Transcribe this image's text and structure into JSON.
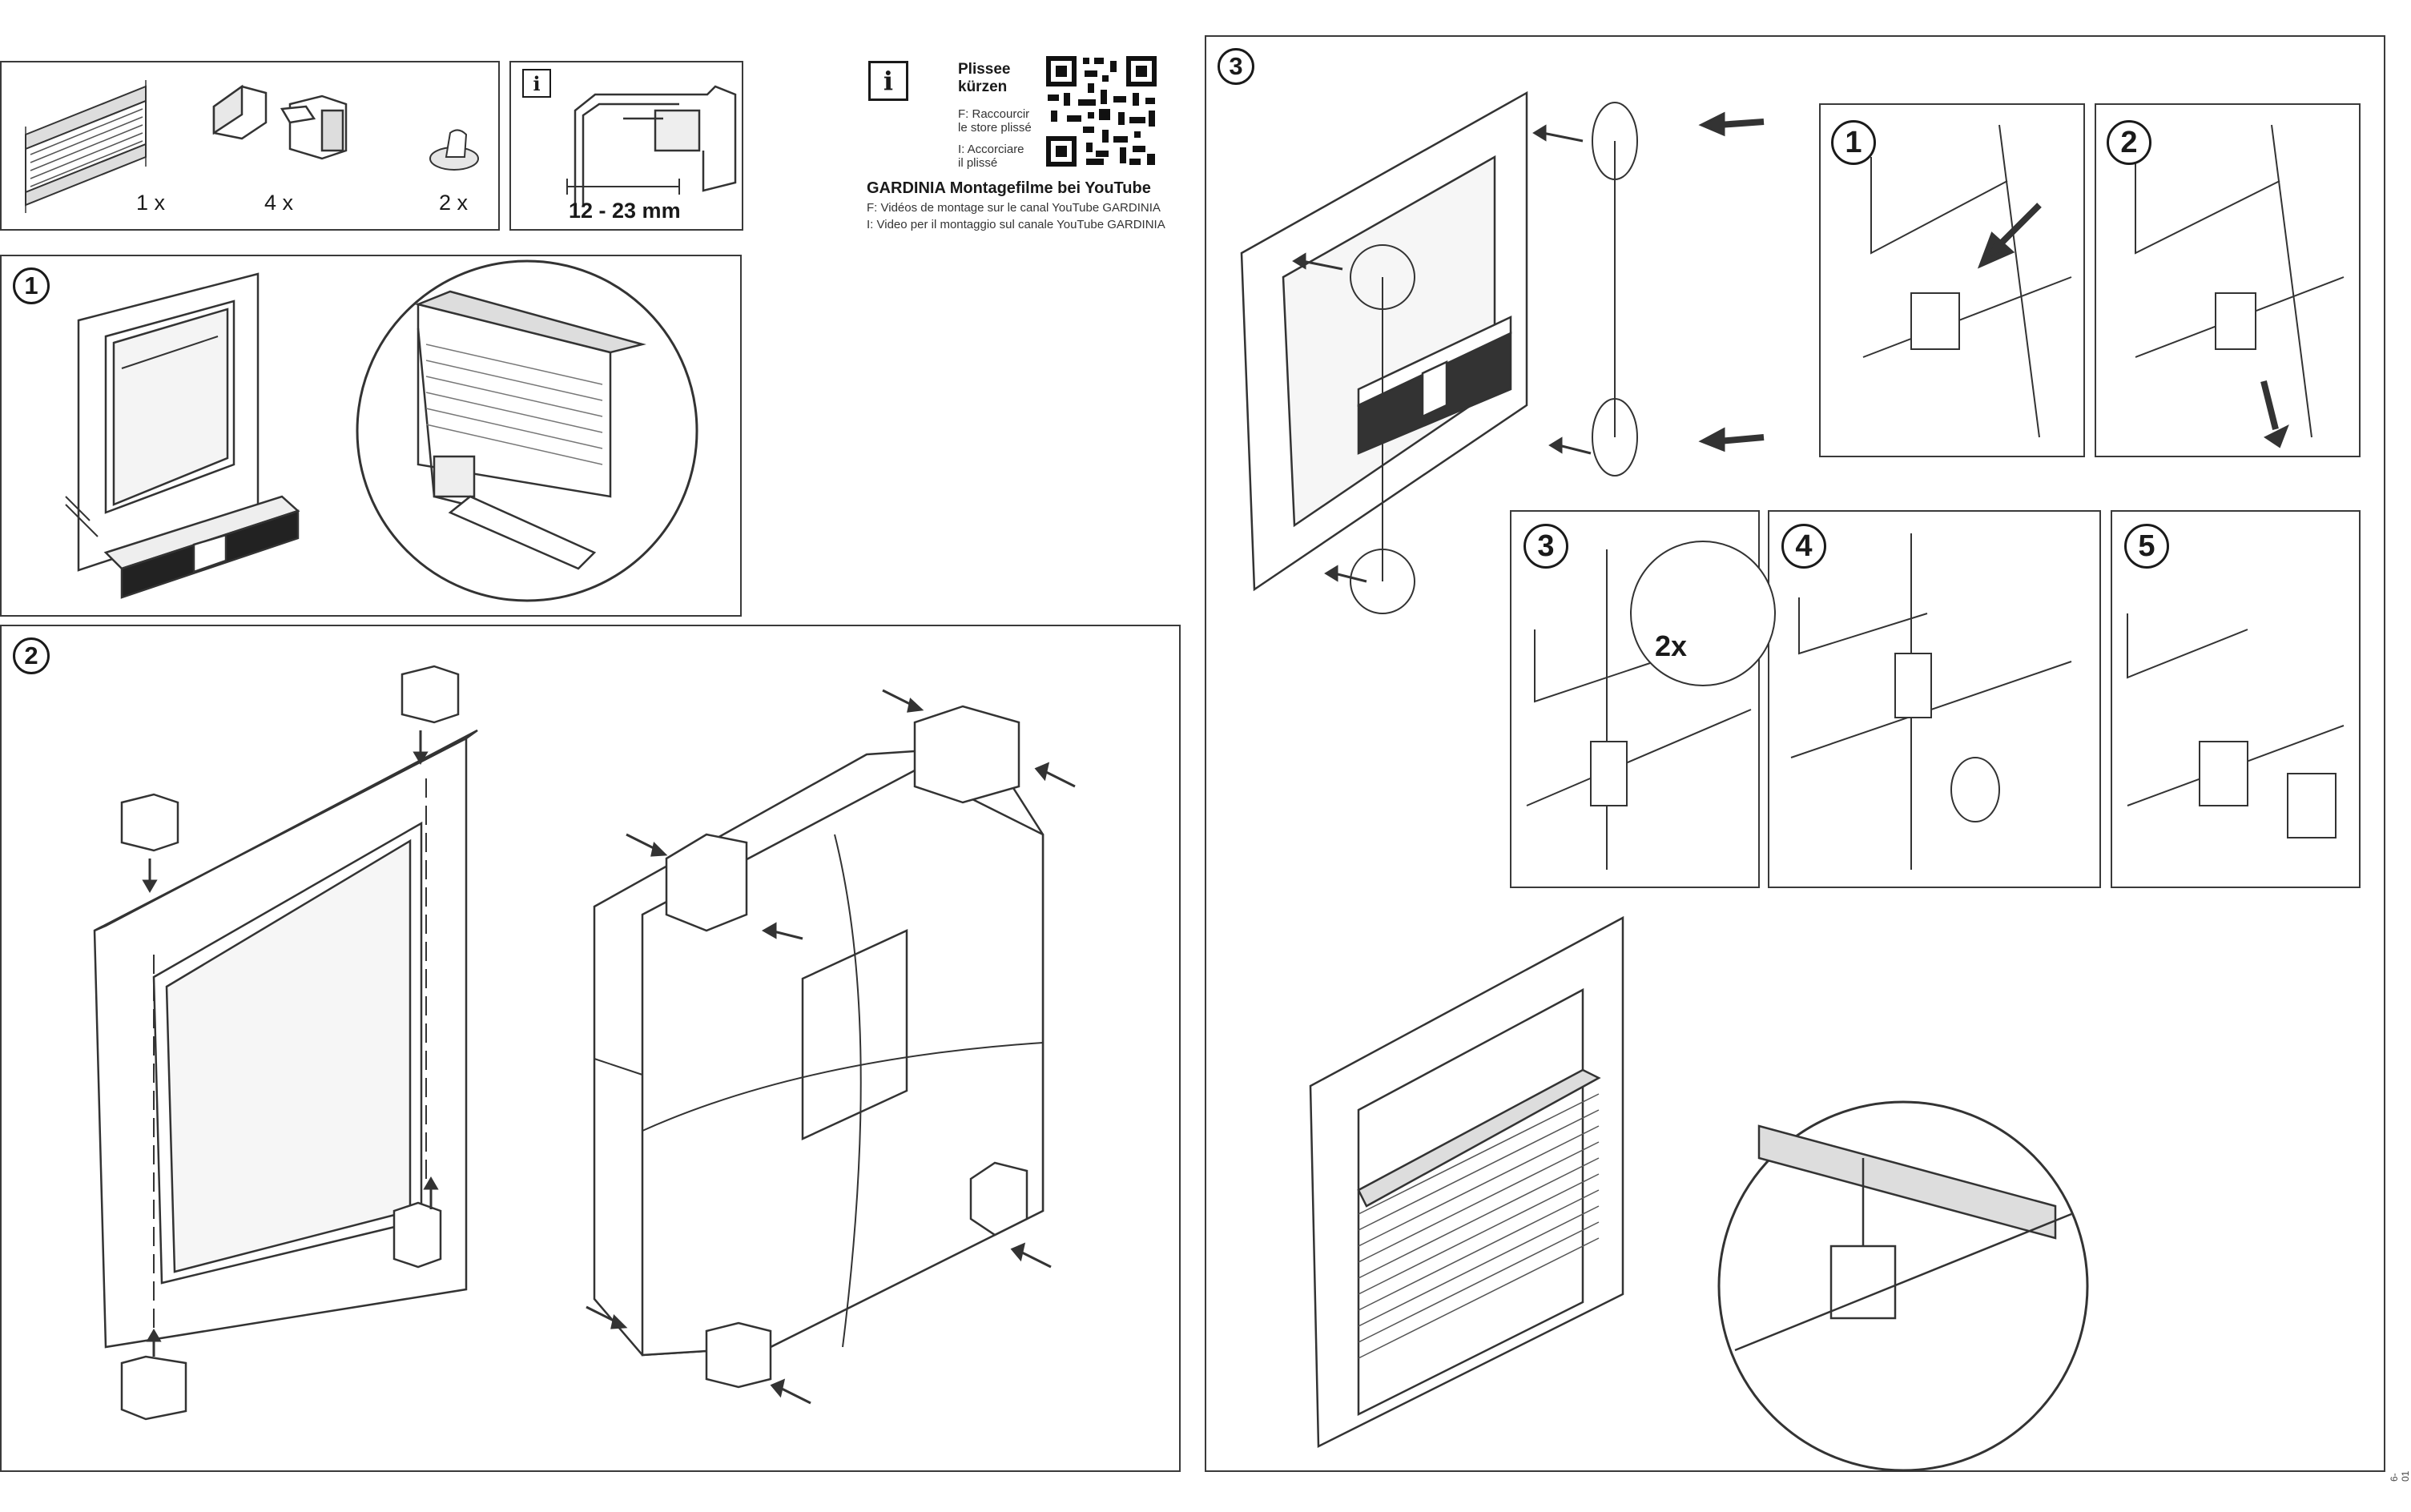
{
  "parts": {
    "blind_qty": "1 x",
    "bracket_qty": "4 x",
    "clip_qty": "2 x",
    "info_icon": "i",
    "range": "12 - 23 mm"
  },
  "info": {
    "info_icon": "i",
    "shorten_title_line1": "Plissee",
    "shorten_title_line2": "kürzen",
    "shorten_fr_line1": "F: Raccourcir",
    "shorten_fr_line2": "le store plissé",
    "shorten_it_line1": "I: Accorciare",
    "shorten_it_line2": "il plissé",
    "video_title": "GARDINIA Montagefilme bei YouTube",
    "video_fr": "F: Vidéos de montage sur le canal YouTube GARDINIA",
    "video_it": "I: Video per il montaggio sul canale YouTube GARDINIA",
    "qr_icon": "qr-code"
  },
  "steps": {
    "s1": "1",
    "s2": "2",
    "s3": "3",
    "sub1": "1",
    "sub2": "2",
    "sub3": "3",
    "sub4": "4",
    "sub5": "5",
    "twice": "2x"
  },
  "doc_code": "6-01"
}
